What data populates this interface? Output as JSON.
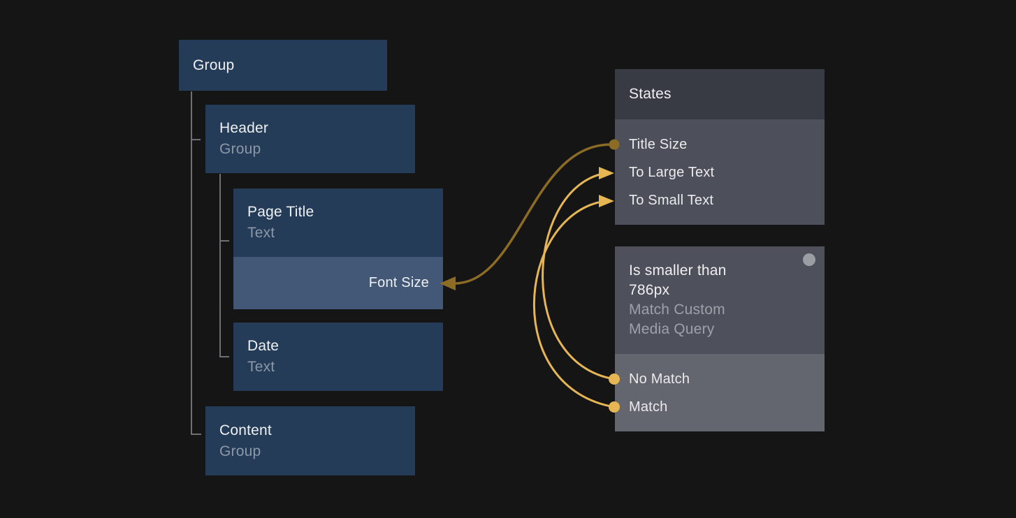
{
  "colors": {
    "bg": "#151516",
    "node-blue": "#243c58",
    "prop-blue": "#435877",
    "panel-header-dark": "#383b44",
    "panel-body-dark": "#4d505a",
    "panel-header-mid": "#4e515b",
    "panel-body-mid": "#63666f",
    "title-text": "#eef0f2",
    "subtitle-blue-text": "#8c98a6",
    "subtitle-gray-text": "#9da1a9",
    "item-text": "#e9ebed",
    "tree-line": "#6f7073",
    "gold-bright": "#e6b654",
    "gold-dark": "#8c6b24",
    "status-dot": "#9b9ea3"
  },
  "layers": [
    {
      "title": "Group"
    },
    {
      "title": "Header",
      "subtitle": "Group"
    },
    {
      "title": "Page Title",
      "subtitle": "Text",
      "property": "Font Size"
    },
    {
      "title": "Date",
      "subtitle": "Text"
    },
    {
      "title": "Content",
      "subtitle": "Group"
    }
  ],
  "states_panel": {
    "title": "States",
    "items": [
      {
        "label": "Title Size",
        "port": "output-dot"
      },
      {
        "label": "To Large Text",
        "port": "arrow-in"
      },
      {
        "label": "To Small Text",
        "port": "arrow-in"
      }
    ]
  },
  "query_panel": {
    "title_line1": "Is smaller than",
    "title_line2": "786px",
    "subtitle_line1": "Match Custom",
    "subtitle_line2": "Media Query",
    "has_status_dot": true,
    "items": [
      {
        "label": "No Match",
        "port": "output-dot"
      },
      {
        "label": "Match",
        "port": "output-dot"
      }
    ]
  },
  "connections": [
    {
      "from": "Title Size",
      "to": "Font Size",
      "color": "#8c6b24"
    },
    {
      "from": "No Match",
      "to": "To Large Text",
      "color": "#e6b654"
    },
    {
      "from": "Match",
      "to": "To Small Text",
      "color": "#e6b654"
    }
  ]
}
